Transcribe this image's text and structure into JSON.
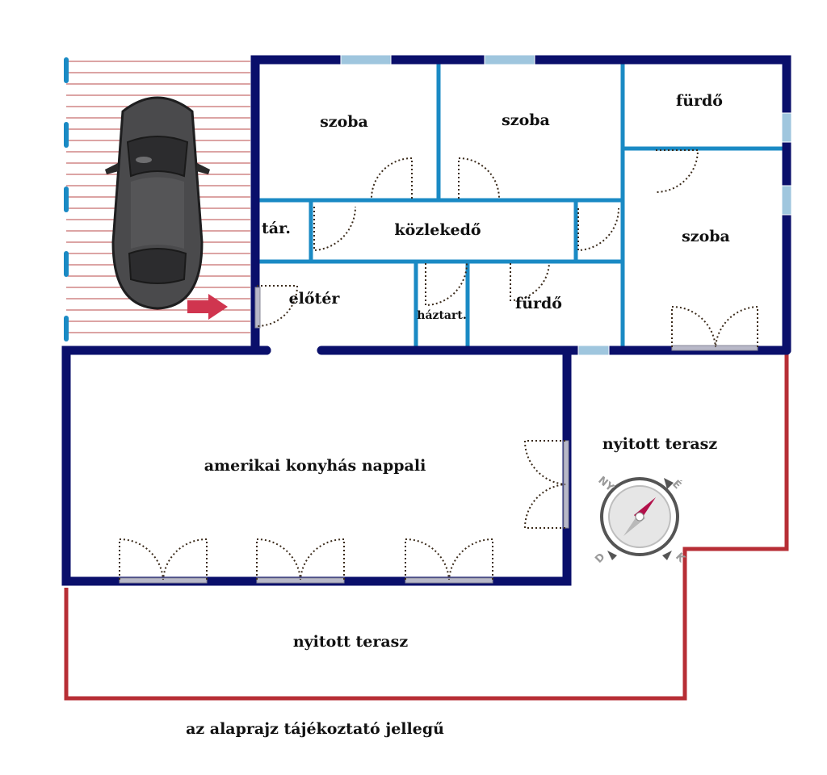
{
  "colors": {
    "outer_wall": "#0a0f6b",
    "inner_wall": "#1a8ac4",
    "terrace_line": "#b72e35",
    "parking_stripe": "#b94a4a",
    "window_fill": "#9fc6de",
    "door_line": "#3a2a1a",
    "arrow": "#d0354f"
  },
  "rooms": {
    "szoba_1": "szoba",
    "szoba_2": "szoba",
    "furdo_top": "fürdő",
    "tar": "tár.",
    "kozlekedo": "közlekedő",
    "szoba_3": "szoba",
    "eloter": "előtér",
    "haztart": "háztart.",
    "furdo_mid": "fürdő",
    "nappali": "amerikai konyhás nappali",
    "terasz_right": "nyitott terasz",
    "terasz_bottom": "nyitott terasz"
  },
  "compass": {
    "north": "É",
    "east": "K",
    "south": "D",
    "west": "NY"
  },
  "icons": {
    "car": "car-icon",
    "entrance_arrow": "arrow-right-icon",
    "compass": "compass-icon"
  },
  "footer": {
    "note": "az alaprajz tájékoztató jellegű"
  }
}
